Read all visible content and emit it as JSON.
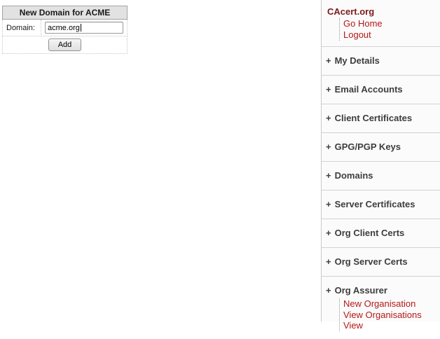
{
  "form": {
    "title": "New Domain for ACME",
    "domain_label": "Domain:",
    "domain_value": "acme.org",
    "add_button": "Add"
  },
  "sidebar": {
    "home": {
      "title": "CAcert.org",
      "links": [
        {
          "label": "Go Home"
        },
        {
          "label": "Logout"
        }
      ]
    },
    "sections": [
      {
        "expander": "+",
        "label": "My Details"
      },
      {
        "expander": "+",
        "label": "Email Accounts"
      },
      {
        "expander": "+",
        "label": "Client Certificates"
      },
      {
        "expander": "+",
        "label": "GPG/PGP Keys"
      },
      {
        "expander": "+",
        "label": "Domains"
      },
      {
        "expander": "+",
        "label": "Server Certificates"
      },
      {
        "expander": "+",
        "label": "Org Client Certs"
      },
      {
        "expander": "+",
        "label": "Org Server Certs"
      },
      {
        "expander": "+",
        "label": "Org Assurer",
        "links": [
          {
            "label": "New Organisation"
          },
          {
            "label": "View Organisations"
          },
          {
            "label": "View"
          }
        ]
      }
    ],
    "colors": {
      "brand_title_maroon": "#7c1a1a",
      "link_red": "#b51717",
      "section_text": "#3d3d3d",
      "separator": "#d2d2d2"
    }
  }
}
